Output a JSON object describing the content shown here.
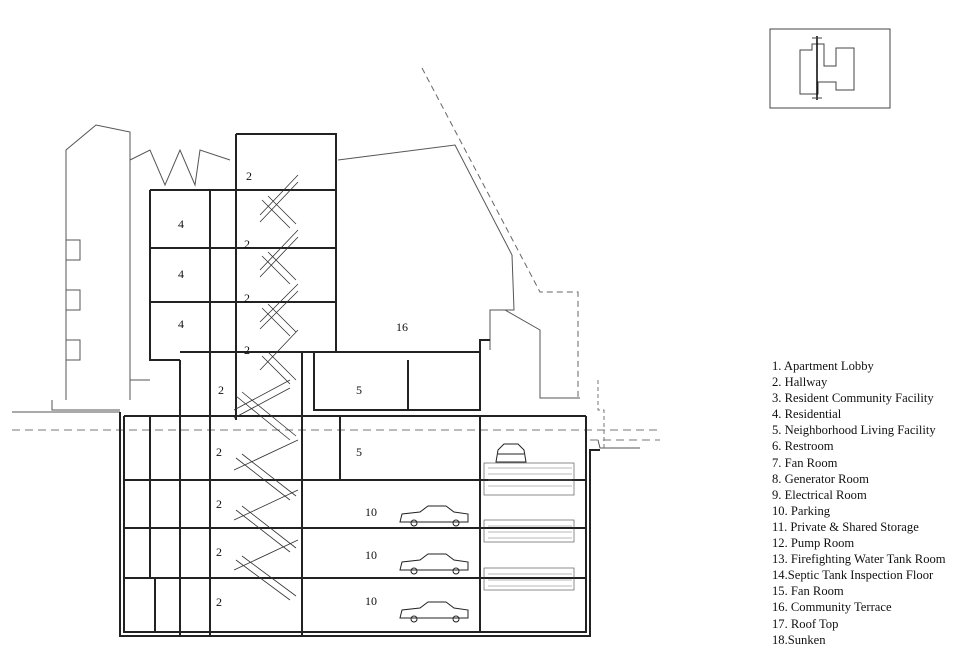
{
  "room_labels": {
    "hallway": "2",
    "residential": "4",
    "neighborhood_living_facility": "5",
    "parking": "10",
    "community_terrace": "16"
  },
  "legend": [
    "1. Apartment Lobby",
    "2. Hallway",
    "3. Resident Community Facility",
    "4. Residential",
    "5. Neighborhood Living Facility",
    "6. Restroom",
    "7. Fan Room",
    "8. Generator Room",
    "9. Electrical Room",
    "10. Parking",
    "11. Private & Shared Storage",
    "12. Pump Room",
    "13. Firefighting Water Tank Room",
    "14.Septic Tank Inspection Floor",
    "15. Fan Room",
    "16. Community Terrace",
    "17. Roof Top",
    "18.Sunken"
  ]
}
